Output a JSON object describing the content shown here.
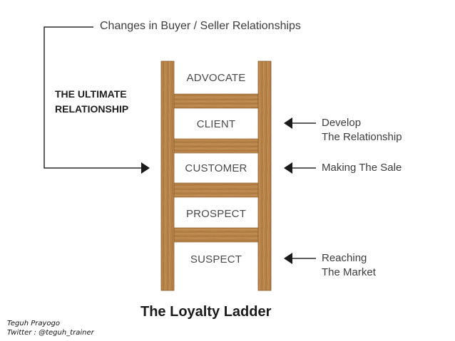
{
  "diagram": {
    "top_label": "Changes in Buyer / Seller Relationships",
    "ultimate_line1": "THE ULTIMATE",
    "ultimate_line2": "RELATIONSHIP",
    "rungs": [
      "ADVOCATE",
      "CLIENT",
      "CUSTOMER",
      "PROSPECT",
      "SUSPECT"
    ],
    "annotations": {
      "client_line1": "Develop",
      "client_line2": "The Relationship",
      "customer": "Making The Sale",
      "suspect_line1": "Reaching",
      "suspect_line2": "The Market"
    },
    "title": "The Loyalty Ladder",
    "credit_name": "Teguh Prayogo",
    "credit_twitter": "Twitter : @teguh_trainer"
  },
  "colors": {
    "wood": "#b8844a",
    "wood_dark": "#8a5d2c",
    "arrow": "#1a1a1a",
    "line": "#2a2a2a"
  }
}
